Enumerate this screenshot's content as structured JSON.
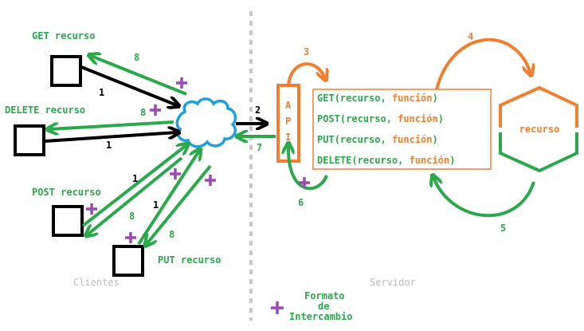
{
  "clients": {
    "get_label": "GET recurso",
    "delete_label": "DELETE recurso",
    "post_label": "POST recurso",
    "put_label": "PUT recurso",
    "section_label": "Clientes"
  },
  "server": {
    "section_label": "Servidor",
    "api_letters": [
      "A",
      "P",
      "I"
    ],
    "resource_label": "recurso",
    "methods": [
      {
        "verb": "GET",
        "args_open": "(recurso, ",
        "fn": "función",
        "close": ")"
      },
      {
        "verb": "POST",
        "args_open": "(recurso, ",
        "fn": "función",
        "close": ")"
      },
      {
        "verb": "PUT",
        "args_open": "(recurso, ",
        "fn": "función",
        "close": ")"
      },
      {
        "verb": "DELETE",
        "args_open": "(recurso, ",
        "fn": "función",
        "close": ")"
      }
    ]
  },
  "steps": {
    "s1": "1",
    "s2": "2",
    "s3": "3",
    "s4": "4",
    "s5": "5",
    "s6": "6",
    "s7": "7",
    "s8": "8"
  },
  "legend": {
    "line1": "Formato",
    "line2": "de",
    "line3": "Intercambio"
  },
  "colors": {
    "green": "#2ba84a",
    "orange": "#f08030",
    "purple": "#9b4bb0",
    "cloud": "#1e9fe0",
    "divider": "#c8c8c8"
  }
}
